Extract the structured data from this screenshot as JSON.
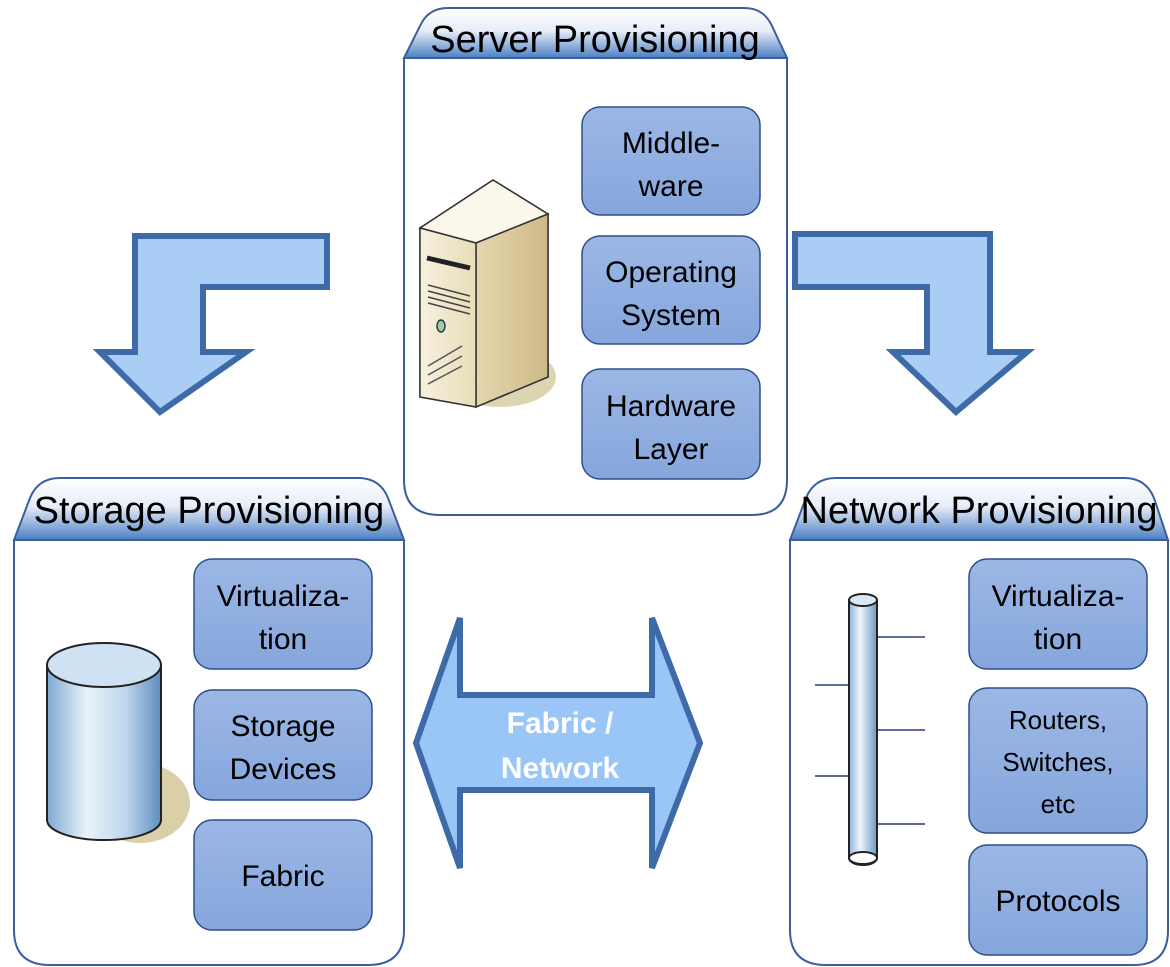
{
  "colors": {
    "arrow_fill": "#a9cdf5",
    "arrow_stroke": "#3e6aa8",
    "box_fill": "#8eaee0",
    "box_stroke": "#2d4f8a",
    "tab_fill": "#4c7fc4",
    "panel_stroke": "#3b5e9c"
  },
  "server": {
    "title": "Server Provisioning",
    "icon": "server-tower-icon",
    "boxes": [
      {
        "line1": "Middle-",
        "line2": "ware"
      },
      {
        "line1": "Operating",
        "line2": "System"
      },
      {
        "line1": "Hardware",
        "line2": "Layer"
      }
    ]
  },
  "storage": {
    "title": "Storage Provisioning",
    "icon": "storage-cylinder-icon",
    "boxes": [
      {
        "line1": "Virtualiza-",
        "line2": "tion"
      },
      {
        "line1": "Storage",
        "line2": "Devices"
      },
      {
        "line1": "Fabric"
      }
    ]
  },
  "network": {
    "title": "Network Provisioning",
    "icon": "network-bus-icon",
    "boxes": [
      {
        "line1": "Virtualiza-",
        "line2": "tion"
      },
      {
        "line1": "Routers,",
        "line2": "Switches,",
        "line3": "etc"
      },
      {
        "line1": "Protocols"
      }
    ]
  },
  "center_arrow": {
    "line1": "Fabric /",
    "line2": "Network"
  }
}
